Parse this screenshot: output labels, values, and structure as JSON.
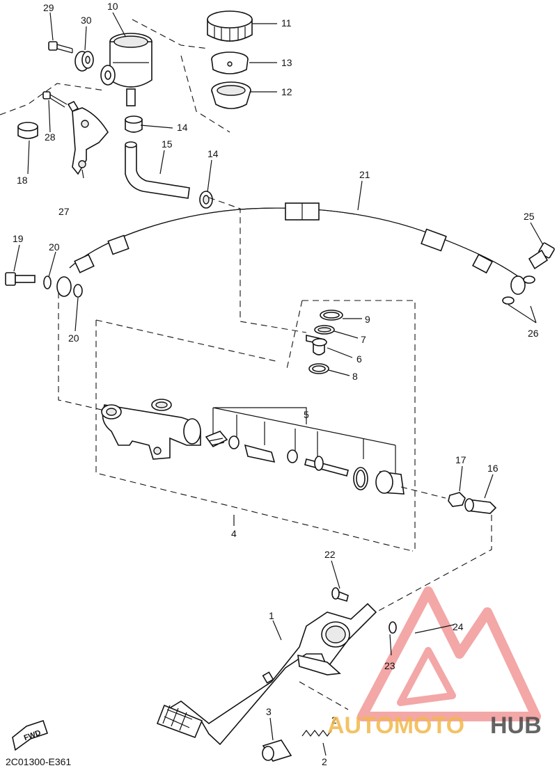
{
  "diagram": {
    "code": "2C01300-E361",
    "fwd_label": "FWD",
    "part_labels": {
      "p1": "1",
      "p2": "2",
      "p2b": "2",
      "p3": "3",
      "p4": "4",
      "p5": "5",
      "p6": "6",
      "p7": "7",
      "p8": "8",
      "p9": "9",
      "p10": "10",
      "p11": "11",
      "p12": "12",
      "p13": "13",
      "p14a": "14",
      "p14b": "14",
      "p15": "15",
      "p16": "16",
      "p17": "17",
      "p18": "18",
      "p19": "19",
      "p20a": "20",
      "p20b": "20",
      "p21": "21",
      "p22": "22",
      "p23": "23",
      "p24": "24",
      "p25": "25",
      "p26": "26",
      "p27": "27",
      "p28": "28",
      "p29": "29",
      "p30": "30"
    }
  },
  "watermark": {
    "text_a": "AUTOMOTO",
    "text_b": "HUB",
    "color_main": "#f08a8a",
    "color_accent": "#f2b84b",
    "color_dark": "#4a4a4a"
  }
}
